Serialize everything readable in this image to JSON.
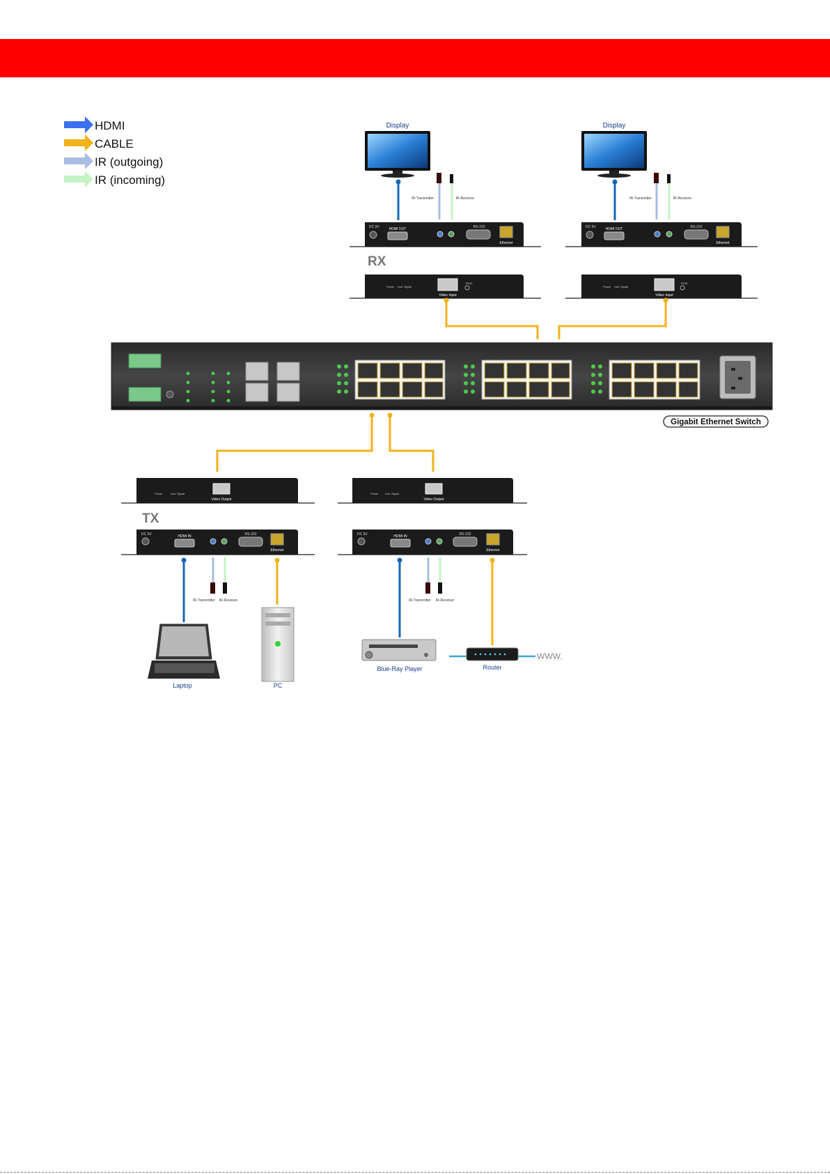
{
  "colors": {
    "banner": "#ff0000",
    "hdmi": "#3a6ff0",
    "cable": "#f2b21a",
    "ir_out": "#a9bde0",
    "ir_in": "#c4f3c4",
    "device_body": "#1b1b1b",
    "switch_body": "#3a3a3a"
  },
  "legend": [
    {
      "label": "HDMI",
      "color": "#3a6ff0"
    },
    {
      "label": "CABLE",
      "color": "#f2b21a"
    },
    {
      "label": "IR (outgoing)",
      "color": "#a9bde0"
    },
    {
      "label": "IR (incoming)",
      "color": "#c4f3c4"
    }
  ],
  "labels": {
    "rx": "RX",
    "tx": "TX",
    "display": "Display",
    "switch": "Gigabit Ethernet Switch",
    "laptop": "Laptop",
    "pc": "PC",
    "bluray": "Blue-Ray Player",
    "router": "Router",
    "www": "WWW.",
    "ir_transmitter": "IR-Transmitter",
    "ir_receiver": "IR-Receiver",
    "dc": "DC 5V",
    "hdmi_out": "HDMI OUT",
    "hdmi_in": "HDMI IN",
    "rs232": "RS-232",
    "ethernet": "Ethernet",
    "video_input": "Video Input",
    "video_output": "Video Output",
    "power": "Power",
    "link": "Link",
    "signal": "Signal",
    "edid": "EDID"
  }
}
